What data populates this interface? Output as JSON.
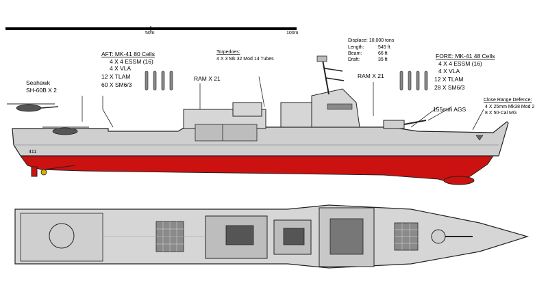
{
  "scale": {
    "mark_50": "50m",
    "mark_100": "100m"
  },
  "specs": {
    "displacement": "Displace: 10,000 tons",
    "length_label": "Length:",
    "length_value": "545 ft",
    "beam_label": "Beam:",
    "beam_value": "66 ft",
    "draft_label": "Draft:",
    "draft_value": "35 ft"
  },
  "aft_cells": {
    "title": "AFT: MK-41 80 Cells",
    "lines": [
      "4 X 4 ESSM (16)",
      "4 X VLA",
      "12 X TLAM",
      "60 X SM6/3"
    ]
  },
  "fore_cells": {
    "title": "FORE: MK-41 48 Cells",
    "lines": [
      "4 X 4 ESSM (16)",
      "4 X VLA",
      "12 X TLAM",
      "28 X SM6/3"
    ]
  },
  "torpedoes": {
    "title": "Torpedoes:",
    "text": "4 X 3 Mk 32 Mod 14 Tubes"
  },
  "ram_aft": "RAM X 21",
  "ram_fore": "RAM X 21",
  "helicopter": {
    "line1": "Seahawk",
    "line2": "SH-60B X 2"
  },
  "close_range": {
    "title": "Close Range Defence:",
    "line1": "4 X 25mm Mk38 Mod 2",
    "line2": "8 X 50-Cal MG"
  },
  "gun": "155mm AGS",
  "hull_number": "411",
  "colors": {
    "hull": "#cfcfcf",
    "waterline": "#cc1111",
    "deck": "#d6d6d6",
    "outline": "#222222",
    "panel": "#8a8a8a"
  }
}
